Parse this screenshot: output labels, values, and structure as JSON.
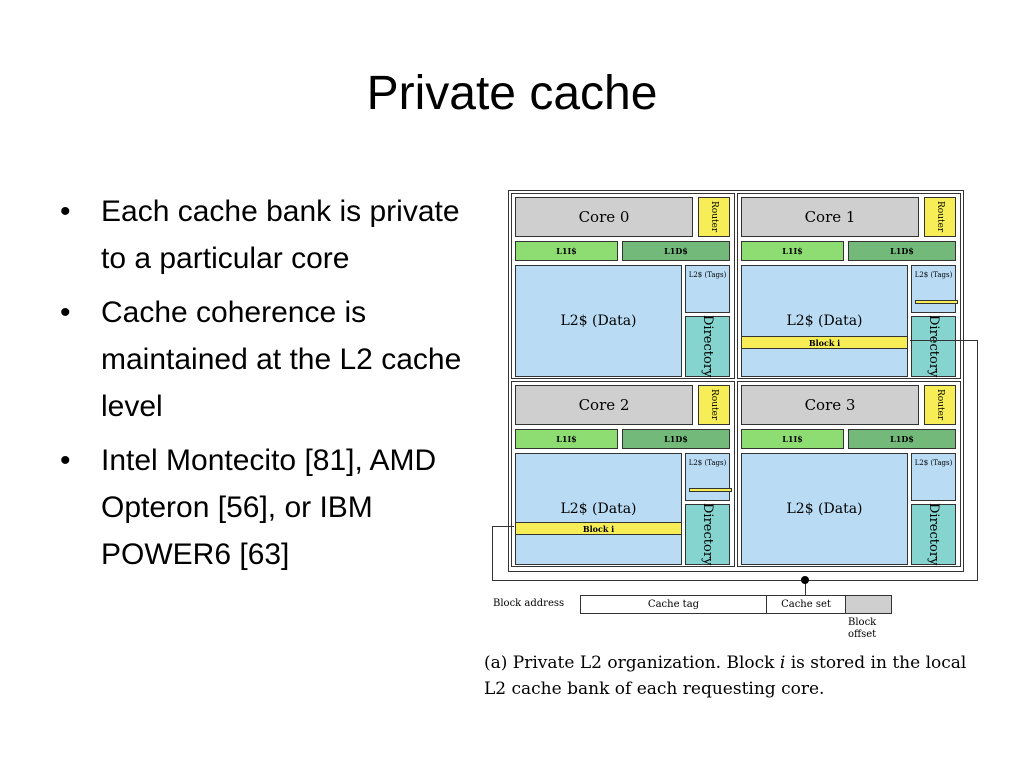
{
  "slide": {
    "title": "Private cache",
    "bullets": [
      "Each cache bank is private to a particular core",
      "Cache coherence is maintained at the L2 cache level",
      "Intel Montecito [81], AMD Opteron [56], or IBM POWER6 [63]"
    ]
  },
  "diagram": {
    "tiles": [
      {
        "core": "Core 0",
        "router": "Router",
        "l1i": "L1I$",
        "l1d": "L1D$",
        "l2_data": "L2$ (Data)",
        "l2_tags": "L2$ (Tags)",
        "directory": "Directory"
      },
      {
        "core": "Core 1",
        "router": "Router",
        "l1i": "L1I$",
        "l1d": "L1D$",
        "l2_data": "L2$ (Data)",
        "l2_tags": "L2$ (Tags)",
        "directory": "Directory",
        "block": "Block i"
      },
      {
        "core": "Core 2",
        "router": "Router",
        "l1i": "L1I$",
        "l1d": "L1D$",
        "l2_data": "L2$ (Data)",
        "l2_tags": "L2$ (Tags)",
        "directory": "Directory",
        "block": "Block i"
      },
      {
        "core": "Core 3",
        "router": "Router",
        "l1i": "L1I$",
        "l1d": "L1D$",
        "l2_data": "L2$ (Data)",
        "l2_tags": "L2$ (Tags)",
        "directory": "Directory"
      }
    ],
    "address": {
      "label": "Block address",
      "tag": "Cache tag",
      "set": "Cache set",
      "offset": "Block offset"
    },
    "caption_a": "(a) Private L2 organization. Block ",
    "caption_i": "i",
    "caption_b": " is stored in the local L2 cache bank of each requesting core."
  },
  "colors": {
    "core": "#cfcfcf",
    "router": "#f7ee57",
    "l1i": "#8ddd72",
    "l1d": "#73b97a",
    "l2": "#b9dcf4",
    "directory": "#85d4d0"
  }
}
